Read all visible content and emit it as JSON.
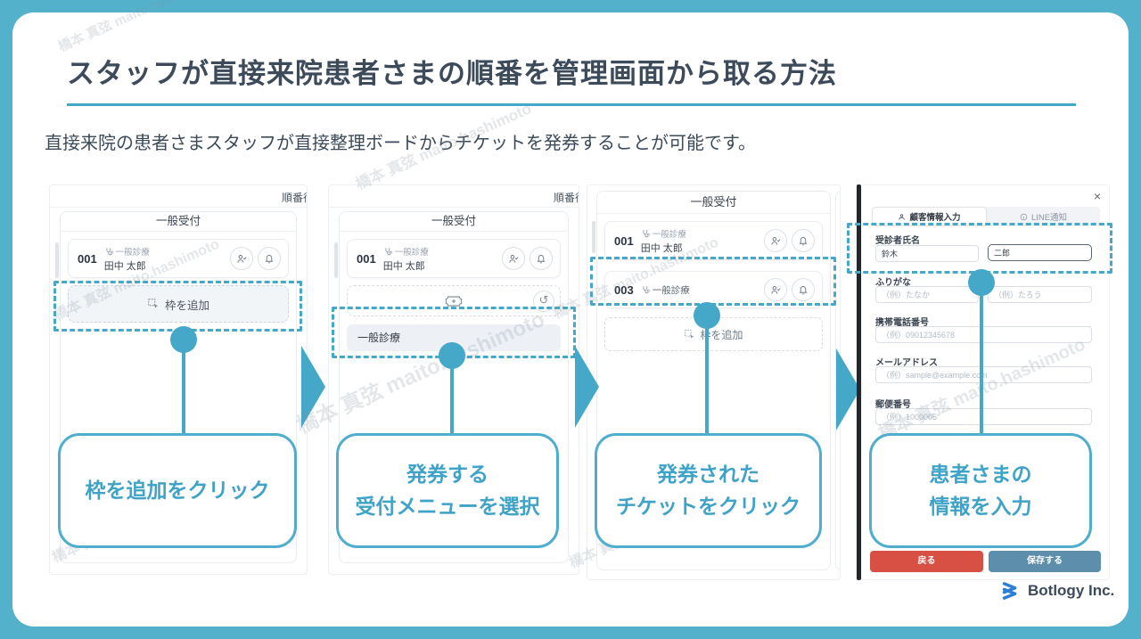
{
  "page": {
    "title": "スタッフが直接来院患者さまの順番を管理画面から取る方法",
    "subtitle": "直接来院の患者さまスタッフが直接整理ボードからチケットを発券することが可能です。",
    "watermark": "橋本 真弦 maito.hashimoto",
    "logo_text": "Botlogy Inc.",
    "accent_color": "#45a8c9",
    "frame_color": "#53b1cb"
  },
  "board": {
    "header": "順番待",
    "reception": "一般受付",
    "add_slot": "枠を追加",
    "menu_item": "一般診療",
    "ticket1": {
      "number": "001",
      "menu": "一般診療",
      "name": "田中 太郎"
    },
    "ticket3": {
      "number": "003",
      "menu": "一般診療"
    }
  },
  "form": {
    "close_label": "×",
    "tabs": [
      {
        "label": "顧客情報入力"
      },
      {
        "label": "LINE通知"
      }
    ],
    "fields": {
      "name_label": "受診者氏名",
      "last_name_value": "鈴木",
      "first_name_value": "二郎",
      "kana_label": "ふりがな",
      "kana_last_placeholder": "（例）たなか",
      "kana_first_placeholder": "（例）たろう",
      "phone_label": "携帯電話番号",
      "phone_placeholder": "（例）09012345678",
      "email_label": "メールアドレス",
      "email_placeholder": "（例）sample@example.com",
      "zip_label": "郵便番号",
      "zip_placeholder": "（例）1000005"
    },
    "buttons": {
      "back": "戻る",
      "save": "保存する",
      "back_color": "#d85043",
      "save_color": "#5d8fad"
    }
  },
  "callouts": [
    {
      "lines": [
        "枠を追加をクリック"
      ]
    },
    {
      "lines": [
        "発券する",
        "受付メニューを選択"
      ]
    },
    {
      "lines": [
        "発券された",
        "チケットをクリック"
      ]
    },
    {
      "lines": [
        "患者さまの",
        "情報を入力"
      ]
    }
  ]
}
